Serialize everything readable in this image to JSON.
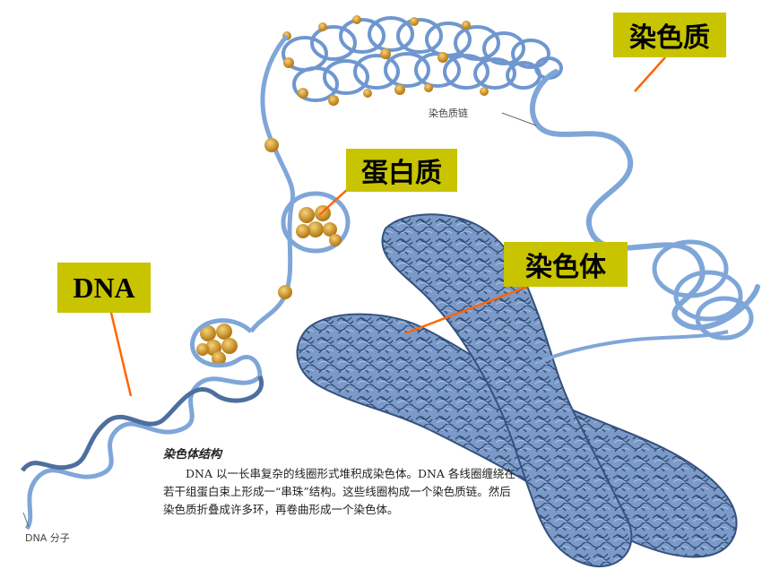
{
  "labels": {
    "chromatin": "染色质",
    "protein": "蛋白质",
    "chromosome": "染色体",
    "dna": "DNA"
  },
  "annotations": {
    "chromatin_fiber": "染色质链",
    "dna_molecule": "DNA 分子"
  },
  "caption": {
    "title": "染色体结构",
    "body": "DNA 以一长串复杂的线圈形式堆积成染色体。DNA 各线圈缠绕在若干组蛋白束上形成一“串珠”结构。这些线圈构成一个染色质链。然后染色质折叠成许多环，再卷曲形成一个染色体。"
  },
  "colors": {
    "callout_bg": "#c8c400",
    "leader_line": "#ff6600",
    "strand": "#7fa6d8",
    "strand_dark": "#3c5d8a",
    "histone": "#d9a030",
    "chromosome": "#7b9ac8"
  }
}
